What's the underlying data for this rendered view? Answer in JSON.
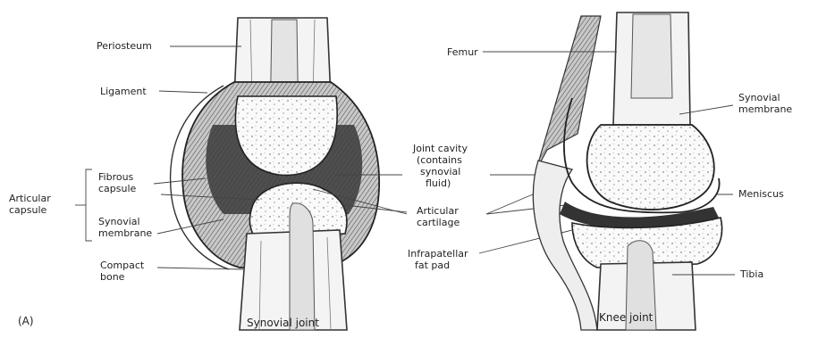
{
  "panel_tag": "(A)",
  "left_figure": {
    "caption": "Synovial joint",
    "labels": {
      "periosteum": "Periosteum",
      "ligament": "Ligament",
      "fibrous_capsule_1": "Fibrous",
      "fibrous_capsule_2": "capsule",
      "articular_capsule_1": "Articular",
      "articular_capsule_2": "capsule",
      "synovial_membrane_1": "Synovial",
      "synovial_membrane_2": "membrane",
      "compact_bone_1": "Compact",
      "compact_bone_2": "bone"
    }
  },
  "center_labels": {
    "joint_cavity_1": "Joint cavity",
    "joint_cavity_2": "(contains",
    "joint_cavity_3": "synovial",
    "joint_cavity_4": "fluid)",
    "articular_cartilage_1": "Articular",
    "articular_cartilage_2": "cartilage",
    "infrapatellar_1": "Infrapatellar",
    "infrapatellar_2": "fat pad"
  },
  "right_figure": {
    "caption": "Knee joint",
    "labels": {
      "femur": "Femur",
      "synovial_membrane_1": "Synovial",
      "synovial_membrane_2": "membrane",
      "meniscus": "Meniscus",
      "tibia": "Tibia"
    }
  }
}
